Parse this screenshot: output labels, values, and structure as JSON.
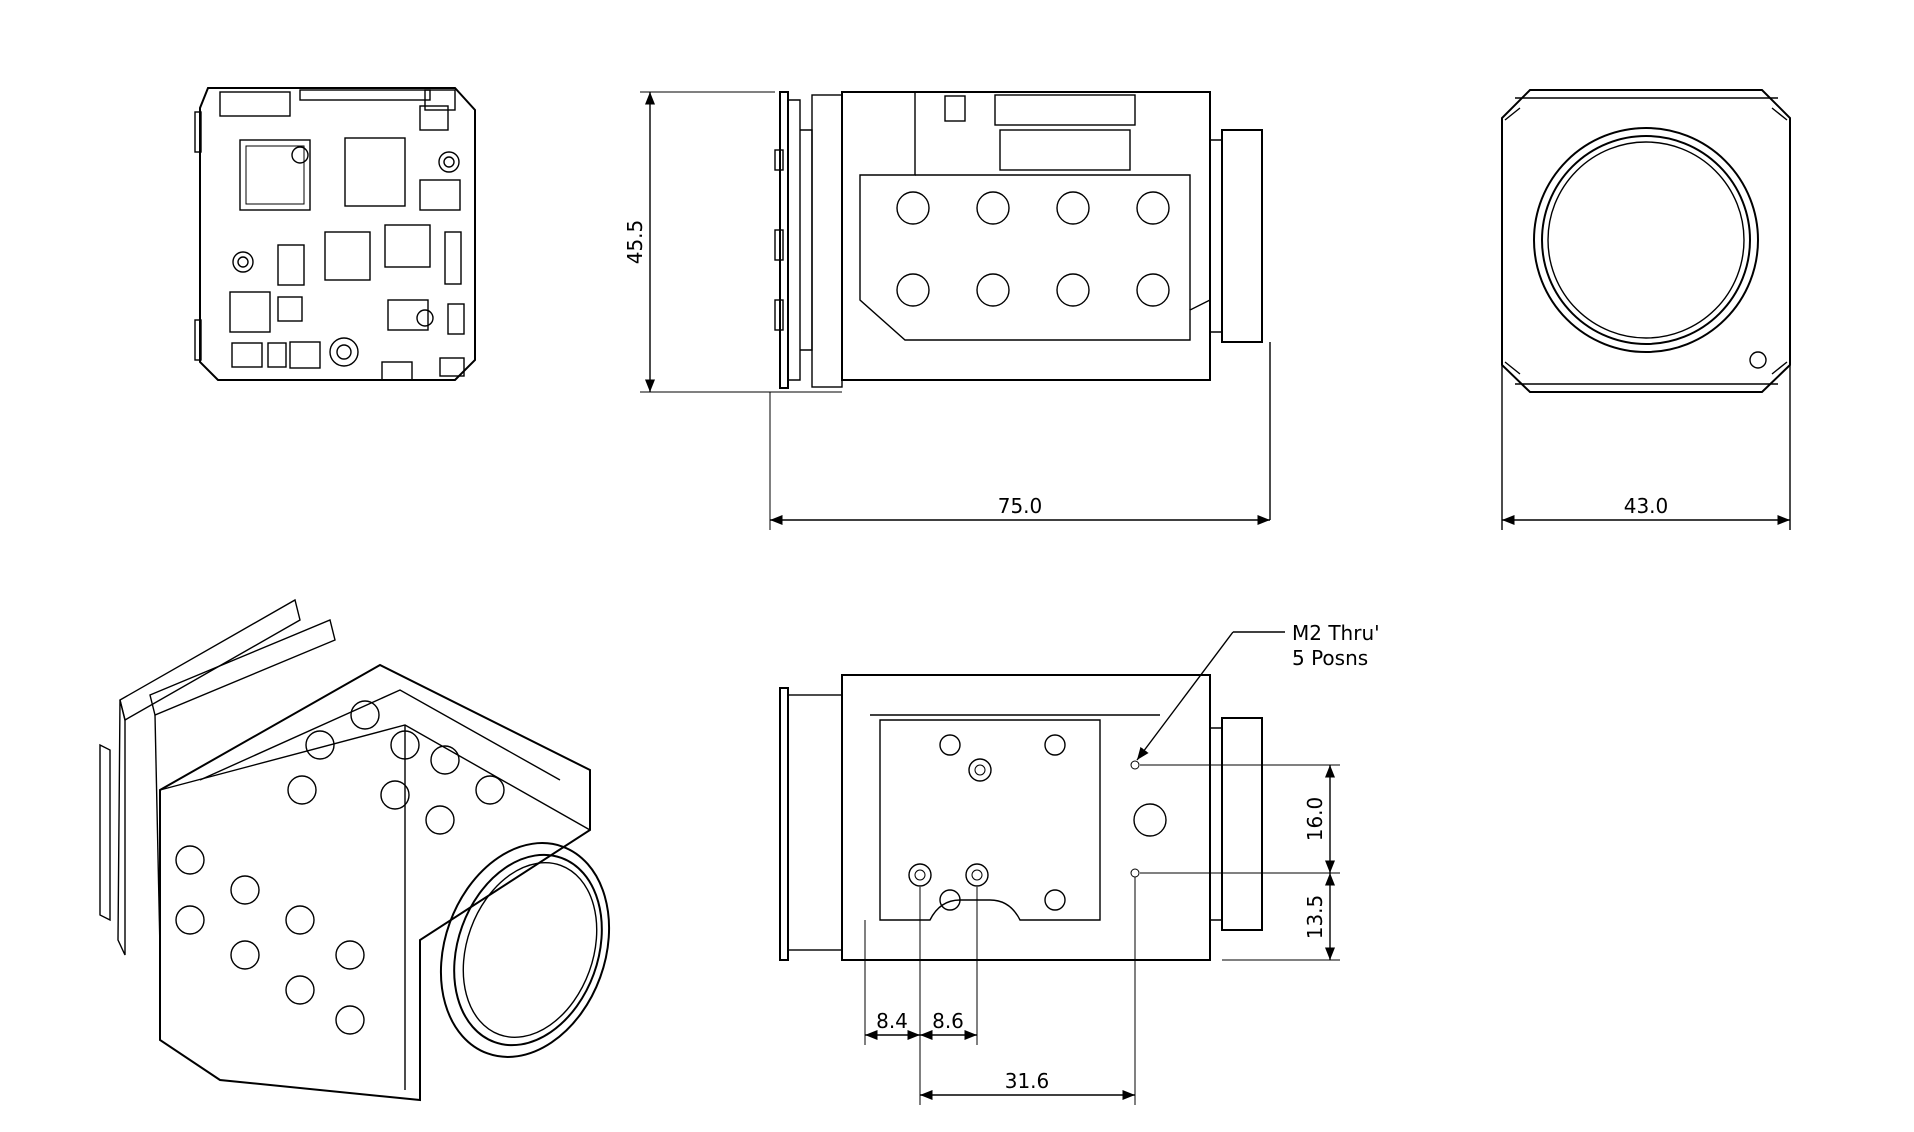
{
  "dimensions": {
    "height": "45.5",
    "length": "75.0",
    "width": "43.0",
    "hole_spacing_upper": "16.0",
    "hole_spacing_lower": "13.5",
    "hole_offset_1": "8.4",
    "hole_offset_2": "8.6",
    "hole_offset_long": "31.6"
  },
  "callout": {
    "line1": "M2 Thru'",
    "line2": "5 Posns"
  }
}
